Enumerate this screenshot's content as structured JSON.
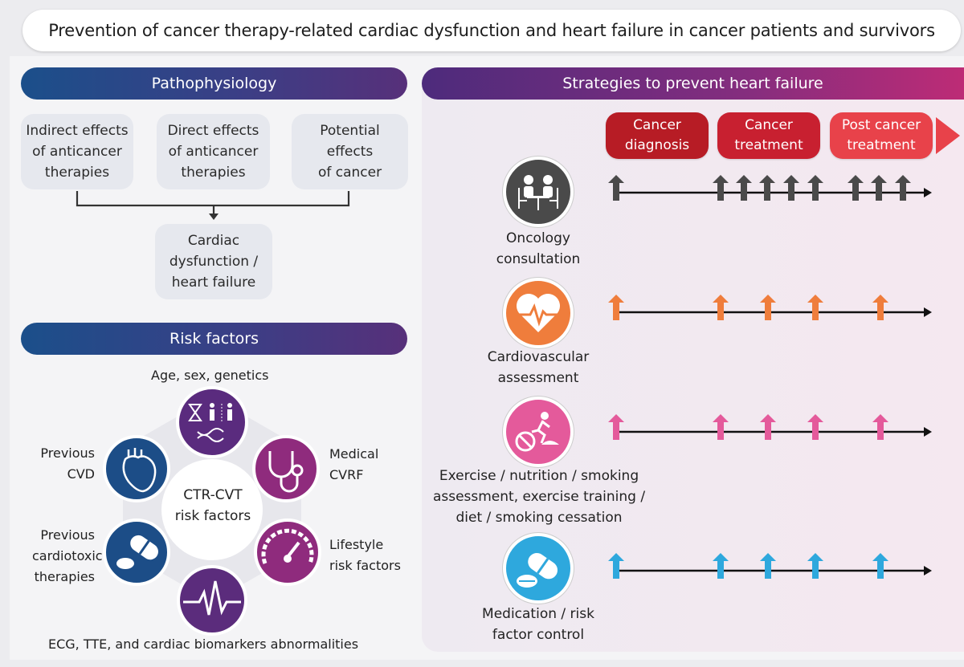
{
  "title": "Prevention of cancer therapy-related cardiac dysfunction and heart failure in cancer patients and survivors",
  "colors": {
    "navy": "#1b4f8a",
    "purple": "#852d7e",
    "dark_red": "#b71c25",
    "red": "#e8424a",
    "grey": "#4a4a4a",
    "orange": "#ef7d3c",
    "pink": "#e45a9b",
    "cyan": "#2ea8dd"
  },
  "pathophysiology": {
    "header": "Pathophysiology",
    "boxes": [
      {
        "text": "Indirect effects\nof anticancer\ntherapies"
      },
      {
        "text": "Direct effects\nof anticancer\ntherapies"
      },
      {
        "text": "Potential\neffects\nof cancer"
      }
    ],
    "result": "Cardiac\ndysfunction /\nheart failure"
  },
  "risk_factors": {
    "header": "Risk factors",
    "center": "CTR-CVT\nrisk factors",
    "items": [
      {
        "label": "Age, sex, genetics",
        "icon": "hourglass-people-dna-icon"
      },
      {
        "label": "Medical\nCVRF",
        "icon": "stethoscope-icon"
      },
      {
        "label": "Lifestyle\nrisk factors",
        "icon": "speedometer-icon"
      },
      {
        "label": "ECG, TTE, and cardiac biomarkers abnormalities",
        "icon": "ecg-wave-icon"
      },
      {
        "label": "Previous\ncardiotoxic\ntherapies",
        "icon": "pill-icon"
      },
      {
        "label": "Previous\nCVD",
        "icon": "anatomical-heart-icon"
      }
    ]
  },
  "strategies": {
    "header": "Strategies to prevent heart failure",
    "phases": [
      {
        "label": "Cancer\ndiagnosis"
      },
      {
        "label": "Cancer\ntreatment"
      },
      {
        "label": "Post cancer\ntreatment"
      }
    ],
    "rows": [
      {
        "label": "Oncology\nconsultation",
        "icon": "consultation-icon",
        "color": "#4a4a4a"
      },
      {
        "label": "Cardiovascular\nassessment",
        "icon": "heart-pulse-icon",
        "color": "#ef7d3c"
      },
      {
        "label": "Exercise / nutrition / smoking\nassessment, exercise training /\ndiet / smoking cessation",
        "icon": "exercise-no-smoking-icon",
        "color": "#e45a9b"
      },
      {
        "label": "Medication / risk\nfactor control",
        "icon": "pill-icon",
        "color": "#2ea8dd"
      }
    ]
  }
}
